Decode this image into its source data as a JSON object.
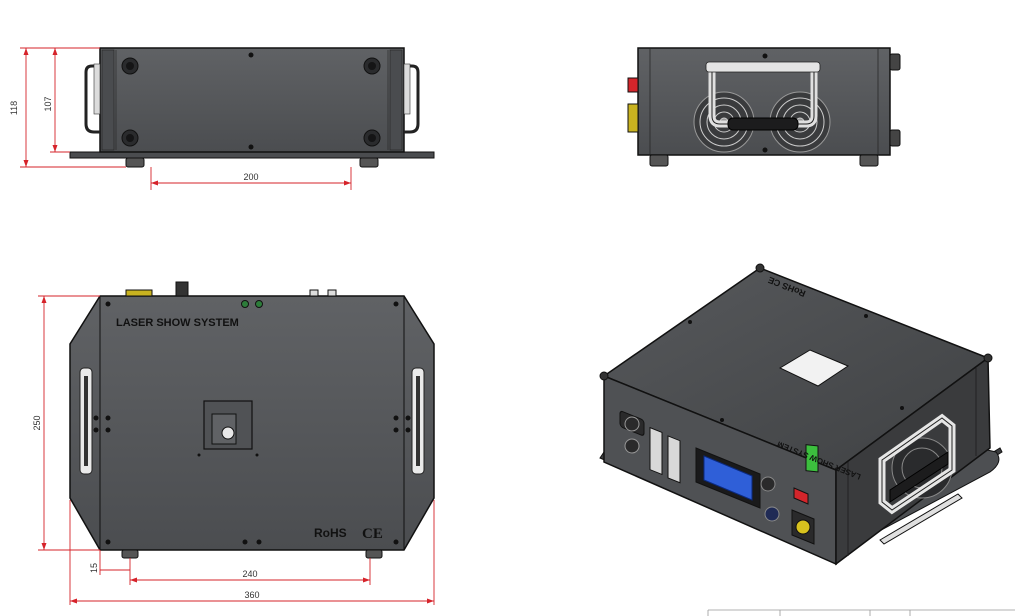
{
  "drawing": {
    "dimensions": {
      "front_height_total": "118",
      "front_height_body": "107",
      "front_foot_span": "200",
      "top_depth": "250",
      "top_foot_span": "240",
      "top_foot_offset": "15",
      "top_width": "360"
    },
    "labels": {
      "top_title": "LASER SHOW SYSTEM",
      "rohs": "RoHS",
      "ce": "CE",
      "iso_title": "LASER SHOW SYSTEM",
      "iso_rohs_ce": "RoHS CE"
    },
    "colors": {
      "body": "#55575a",
      "body_dark": "#3a3b3d",
      "outline": "#111111",
      "dimension": "#d6232a",
      "screen": "#2f5fd8",
      "switch": "#d4252b",
      "connector": "#d8c21e"
    }
  }
}
